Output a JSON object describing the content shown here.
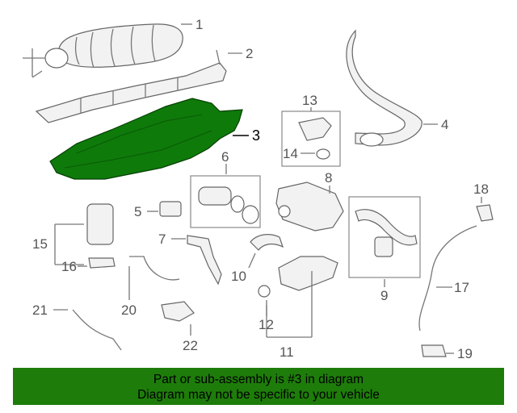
{
  "callouts": [
    {
      "id": "1",
      "text": "1"
    },
    {
      "id": "2",
      "text": "2"
    },
    {
      "id": "3",
      "text": "3"
    },
    {
      "id": "4",
      "text": "4"
    },
    {
      "id": "5",
      "text": "5"
    },
    {
      "id": "6",
      "text": "6"
    },
    {
      "id": "7",
      "text": "7"
    },
    {
      "id": "8",
      "text": "8"
    },
    {
      "id": "9",
      "text": "9"
    },
    {
      "id": "10",
      "text": "10"
    },
    {
      "id": "11",
      "text": "11"
    },
    {
      "id": "12",
      "text": "12"
    },
    {
      "id": "13",
      "text": "13"
    },
    {
      "id": "14",
      "text": "14"
    },
    {
      "id": "15",
      "text": "15"
    },
    {
      "id": "16",
      "text": "16"
    },
    {
      "id": "17",
      "text": "17"
    },
    {
      "id": "18",
      "text": "18"
    },
    {
      "id": "19",
      "text": "19"
    },
    {
      "id": "20",
      "text": "20"
    },
    {
      "id": "21",
      "text": "21"
    },
    {
      "id": "22",
      "text": "22"
    }
  ],
  "highlighted_part": "3",
  "colors": {
    "highlight_part": "#0e7a0a",
    "banner_background": "#1e7d0a",
    "label_text": "#555555"
  },
  "banner": {
    "line1": "Part or sub-assembly is #3 in diagram",
    "line2": "Diagram may not be specific to your vehicle"
  }
}
